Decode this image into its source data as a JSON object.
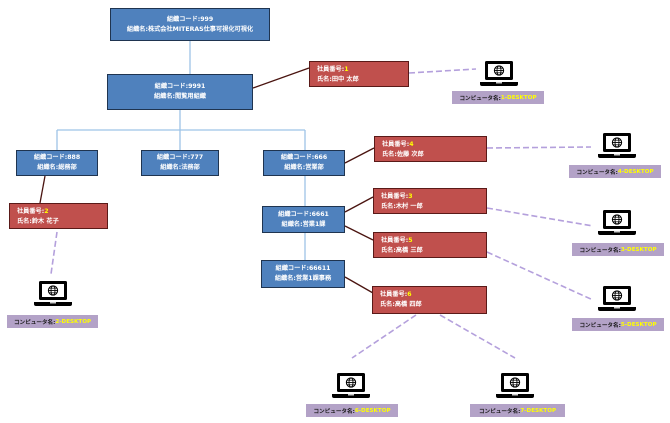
{
  "colors": {
    "org_fill": "#4f81bd",
    "employee_fill": "#c0504d",
    "computer_label_fill": "#b3a2c7",
    "highlight_text": "#ffff00",
    "tree_line": "#9dc3e6",
    "employee_link": "#4a1410",
    "computer_link": "#b4a0dc"
  },
  "labels": {
    "org_code": "組織コード:",
    "org_name": "組織名:",
    "employee_number": "社員番号:",
    "employee_name": "氏名:",
    "computer_name": "コンピュータ名:"
  },
  "orgs": [
    {
      "id": "999",
      "code": "999",
      "name": "株式会社MITERAS仕事可視化可視化"
    },
    {
      "id": "9991",
      "code": "9991",
      "name": "閲覧用組織"
    },
    {
      "id": "888",
      "code": "888",
      "name": "総務部"
    },
    {
      "id": "777",
      "code": "777",
      "name": "法務部"
    },
    {
      "id": "666",
      "code": "666",
      "name": "営業部"
    },
    {
      "id": "6661",
      "code": "6661",
      "name": "営業1課"
    },
    {
      "id": "66611",
      "code": "66611",
      "name": "営業1課事務"
    }
  ],
  "employees": [
    {
      "number": "1",
      "name": "田中 太郎",
      "org": "9991"
    },
    {
      "number": "2",
      "name": "鈴木 花子",
      "org": "888"
    },
    {
      "number": "3",
      "name": "木村 一郎",
      "org": "6661"
    },
    {
      "number": "4",
      "name": "佐藤 次郎",
      "org": "666"
    },
    {
      "number": "5",
      "name": "高橋 三郎",
      "org": "6661"
    },
    {
      "number": "6",
      "name": "高橋 四郎",
      "org": "66611"
    }
  ],
  "computers": [
    {
      "name": "1-DESKTOP",
      "employee": "1",
      "icon": "laptop-globe-icon"
    },
    {
      "name": "2-DESKTOP",
      "employee": "2",
      "icon": "laptop-globe-icon"
    },
    {
      "name": "3-DESKTOP",
      "employee": "3",
      "icon": "laptop-globe-icon"
    },
    {
      "name": "4-DESKTOP",
      "employee": "4",
      "icon": "laptop-globe-icon"
    },
    {
      "name": "5-DESKTOP",
      "employee": "5",
      "icon": "laptop-globe-icon"
    },
    {
      "name": "6-DESKTOP",
      "employee": "6",
      "icon": "laptop-globe-icon"
    },
    {
      "name": "7-DESKTOP",
      "employee": "6",
      "icon": "laptop-globe-icon"
    }
  ]
}
